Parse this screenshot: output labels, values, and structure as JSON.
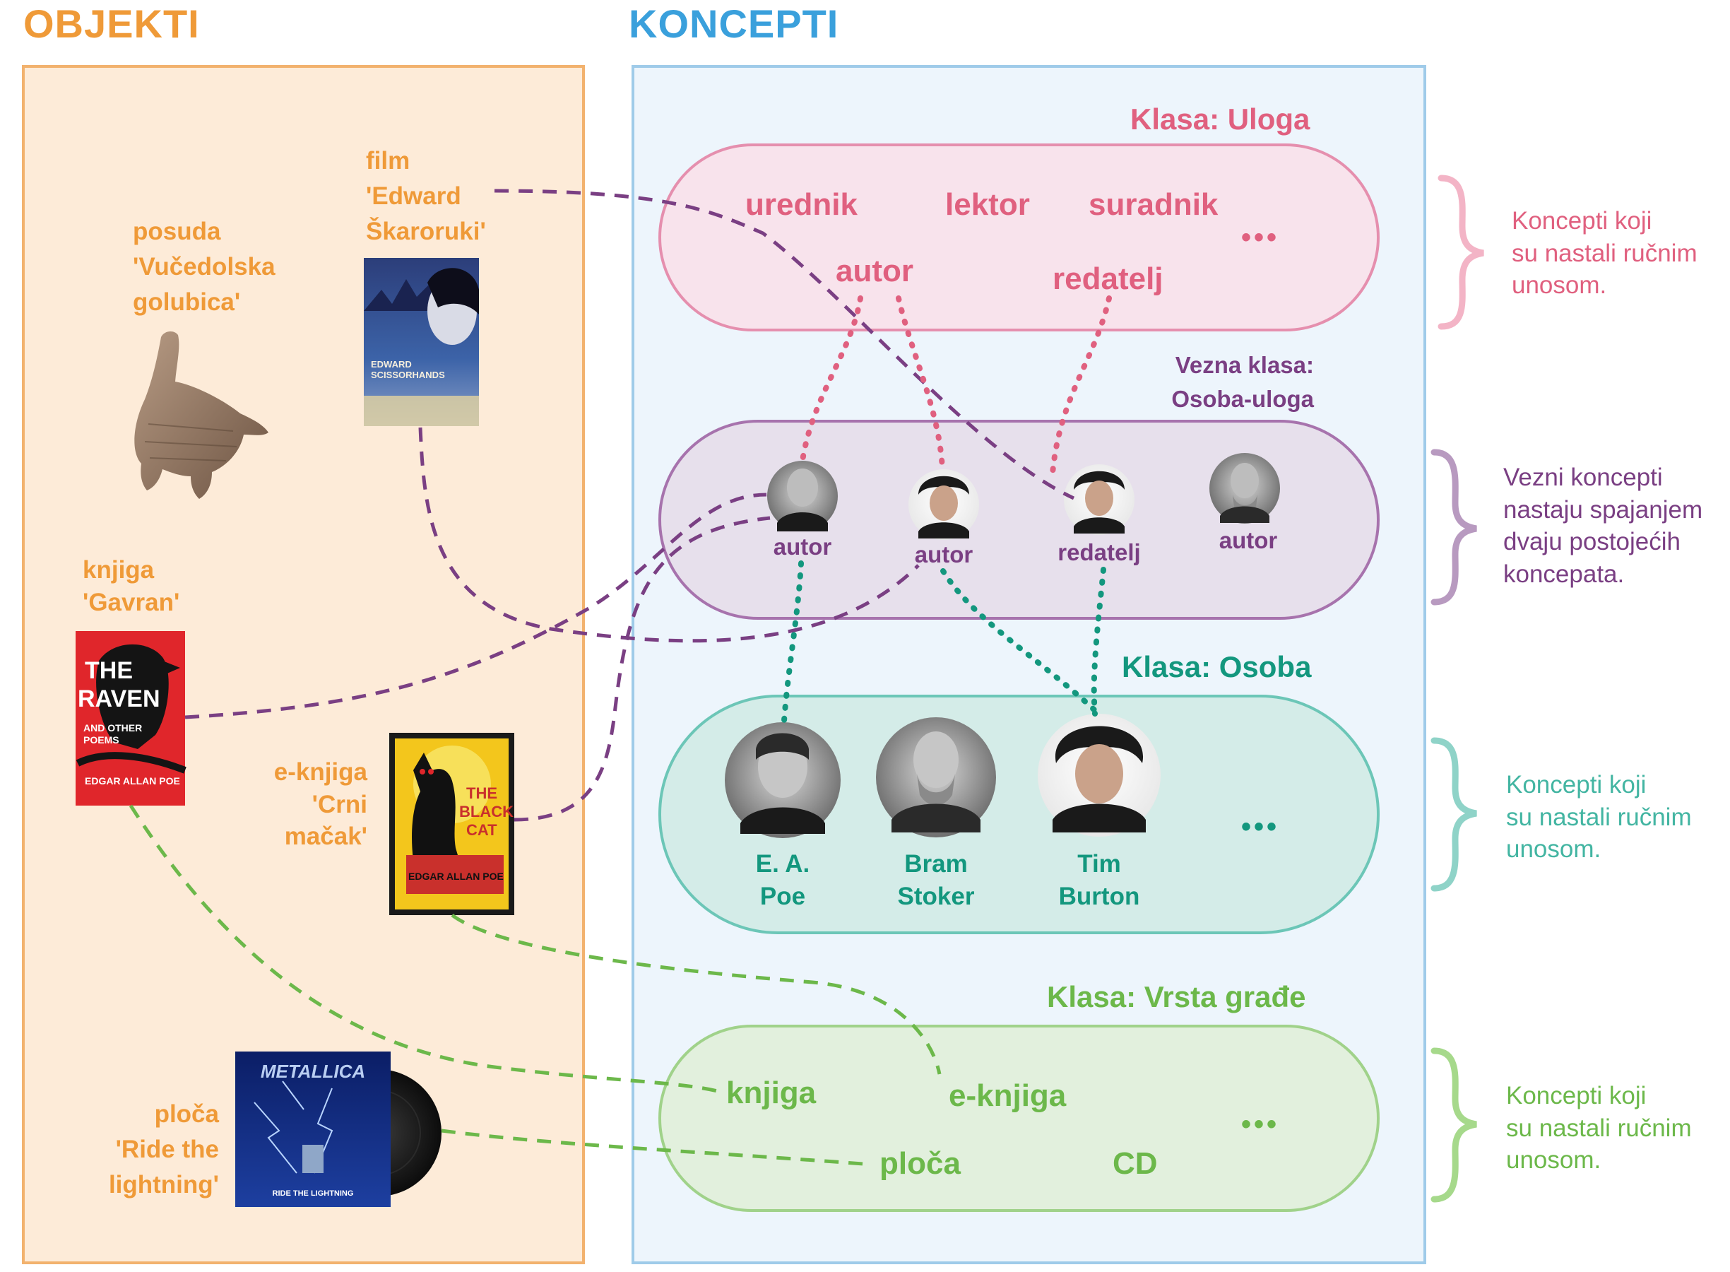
{
  "headers": {
    "objekti": "OBJEKTI",
    "koncepti": "KONCEPTI"
  },
  "objects": {
    "posuda": "posuda\n'Vučedolska\ngolubica'",
    "film": "film\n'Edward\nŠkaroruki'",
    "knjiga": "knjiga\n'Gavran'",
    "eknjiga": "e-knjiga\n'Crni\nmačak'",
    "ploca": "ploča\n'Ride the\nlightning'"
  },
  "poster_texts": {
    "edward": "EDWARD\nSCISSORHANDS",
    "raven": "THE\nRAVEN",
    "raven_sub": "AND OTHER\nPOEMS",
    "raven_author": "EDGAR ALLAN POE",
    "cat": "THE\nBLACK\nCAT",
    "cat_author": "EDGAR ALLAN POE",
    "metallica": "METALLICA",
    "ride": "RIDE THE LIGHTNING"
  },
  "classes": {
    "uloga": {
      "title": "Klasa: Uloga",
      "items": {
        "urednik": "urednik",
        "lektor": "lektor",
        "suradnik": "suradnik",
        "autor": "autor",
        "redatelj": "redatelj"
      },
      "more": "•••",
      "note": "Koncepti koji\nsu nastali ručnim\nunosom.",
      "color": "#e0607f"
    },
    "vezna": {
      "title": "Vezna klasa:\nOsoba-uloga",
      "items": {
        "autor1": "autor",
        "autor2": "autor",
        "redatelj": "redatelj",
        "autor3": "autor"
      },
      "note": "Vezni koncepti\nnastaju spajanjem\ndvaju postojećih\nkoncepata.",
      "color": "#7a3f83"
    },
    "osoba": {
      "title": "Klasa: Osoba",
      "items": {
        "poe": "E. A.\nPoe",
        "stoker": "Bram\nStoker",
        "burton": "Tim\nBurton"
      },
      "more": "•••",
      "note": "Koncepti koji\nsu nastali ručnim\nunosom.",
      "color": "#13977e"
    },
    "vrsta": {
      "title": "Klasa: Vrsta građe",
      "items": {
        "knjiga": "knjiga",
        "eknjiga": "e-knjiga",
        "ploca": "ploča",
        "cd": "CD"
      },
      "more": "•••",
      "note": "Koncepti koji\nsu nastali ručnim\nunosom.",
      "color": "#6cb84a"
    }
  },
  "colors": {
    "objekti_panel": "#fdebd8",
    "objekti_border": "#f2b26e",
    "koncepti_panel": "#edf5fc",
    "koncepti_border": "#9fcbe9"
  },
  "icons": [
    "vase-image",
    "poster-image",
    "book-cover-image",
    "vinyl-record-image",
    "portrait-image",
    "curly-brace-icon"
  ]
}
